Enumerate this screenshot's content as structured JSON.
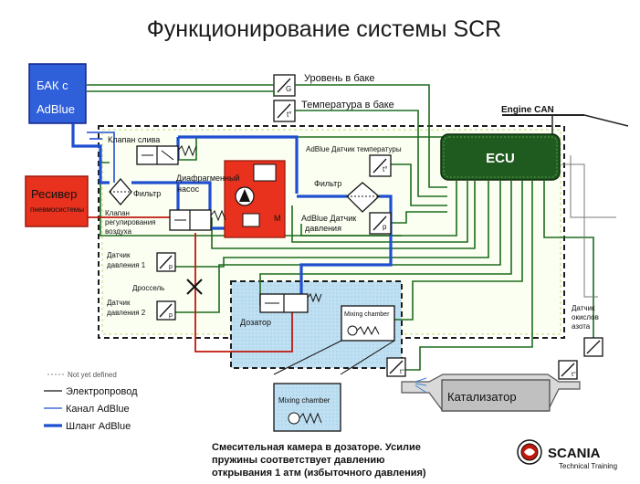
{
  "title": "Функционирование системы SCR",
  "tank": {
    "line1": "БАК с",
    "line2": "AdBlue"
  },
  "receiver": {
    "line1": "Ресивер",
    "line2": "пневмосистемы"
  },
  "sensors": {
    "tank_level": "Уровень в баке",
    "tank_temp": "Температура в баке",
    "adblue_temp": "AdBlue Датчик температуры",
    "adblue_pressure_1": "AdBlue Датчик",
    "adblue_pressure_2": "давления",
    "pressure_1_a": "Датчик",
    "pressure_1_b": "давления 1",
    "pressure_2_a": "Датчик",
    "pressure_2_b": "давления 2",
    "nox_a": "Датчик",
    "nox_b": "окислов",
    "nox_c": "азота"
  },
  "bus_label": "Engine CAN",
  "ecu_label": "ECU",
  "components": {
    "drain_valve": "Клапан слива",
    "filter_left": "Фильтр",
    "diaphragm_pump_1": "Диафрагменный",
    "diaphragm_pump_2": "насос",
    "filter_right": "Фильтр",
    "air_valve_1": "Клапан",
    "air_valve_2": "регулирования",
    "air_valve_3": "воздуха",
    "throttle": "Дроссель",
    "doser": "Дозатор",
    "mixing_chamber": "Mixing chamber",
    "mixing_chamber_zoom": "Mixing chamber",
    "catalyst": "Катализатор",
    "pump_mark": "M"
  },
  "legend": {
    "not_defined": "Not yet defined",
    "wire": "Электропровод",
    "channel": "Канал AdBlue",
    "hose": "Шланг AdBlue"
  },
  "caption": {
    "line1": "Смесительная камера в дозаторе. Усилие",
    "line2": "пружины соответствует давлению",
    "line3": "открывания 1 атм (избыточного давления)"
  },
  "brand": {
    "name": "SCANIA",
    "sub": "Technical Training"
  },
  "colors": {
    "tank": "#2f5fd9",
    "receiver": "#e8321e",
    "ecu": "#1f5a1f",
    "hose": "#1f4fd0",
    "wire": "#1e6b1e",
    "air": "#c0180c",
    "doser_bg": "#bfe0f2"
  }
}
